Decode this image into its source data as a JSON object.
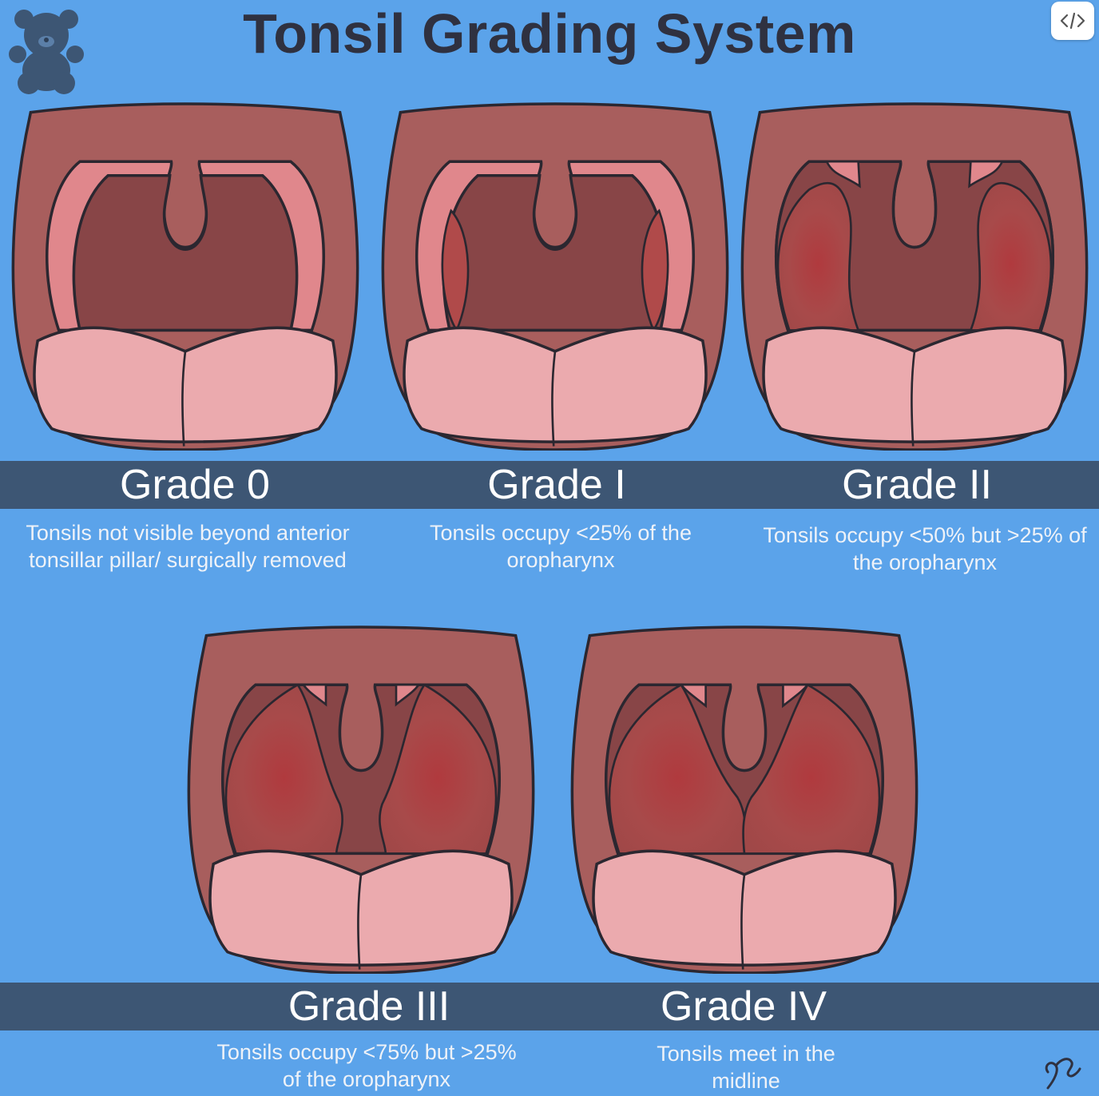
{
  "title": "Tonsil Grading System",
  "colors": {
    "background": "#5ba3ea",
    "band": "#3d5674",
    "title": "#2f3140",
    "mouth_outer": "#a85e5d",
    "throat": "#884547",
    "pillar": "#e0878c",
    "tongue": "#ebaaae",
    "tonsil": "#b04a4a",
    "outline": "#2b2730"
  },
  "icons": {
    "logo": "teddy-bear-icon",
    "code": "code-embed-icon",
    "signature": "artist-signature"
  },
  "grades": [
    {
      "label": "Grade 0",
      "description": "Tonsils not visible beyond anterior tonsillar pillar/ surgically removed"
    },
    {
      "label": "Grade I",
      "description": "Tonsils occupy <25% of the oropharynx"
    },
    {
      "label": "Grade II",
      "description": "Tonsils occupy <50% but >25% of the oropharynx"
    },
    {
      "label": "Grade III",
      "description": "Tonsils occupy <75% but >25% of the oropharynx"
    },
    {
      "label": "Grade IV",
      "description": "Tonsils meet in the midline"
    }
  ]
}
